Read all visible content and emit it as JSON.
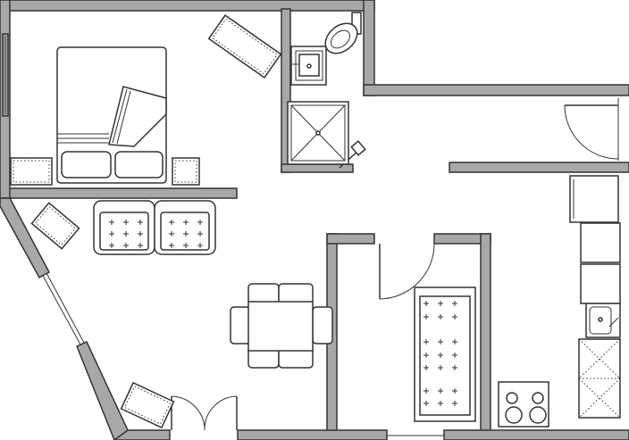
{
  "drawing": {
    "type": "apartment-floor-plan",
    "colors": {
      "wall_fill": "#a8a8a8",
      "outline": "#333333",
      "background": "#ffffff"
    },
    "rooms": [
      "bedroom",
      "bathroom",
      "entry-hall",
      "living-dining",
      "kitchen-corridor",
      "storage-room"
    ],
    "furniture": {
      "bed": "double-bed",
      "nightstands": 2,
      "armchairs": 2,
      "dining_table": 1,
      "dining_chairs": 4,
      "sofa": 1,
      "desk_units": 3,
      "toilet": 1,
      "washbasin": 1,
      "shower": 1,
      "kitchen_sink": 1,
      "stove_burners": 4,
      "fridge": 1
    }
  }
}
